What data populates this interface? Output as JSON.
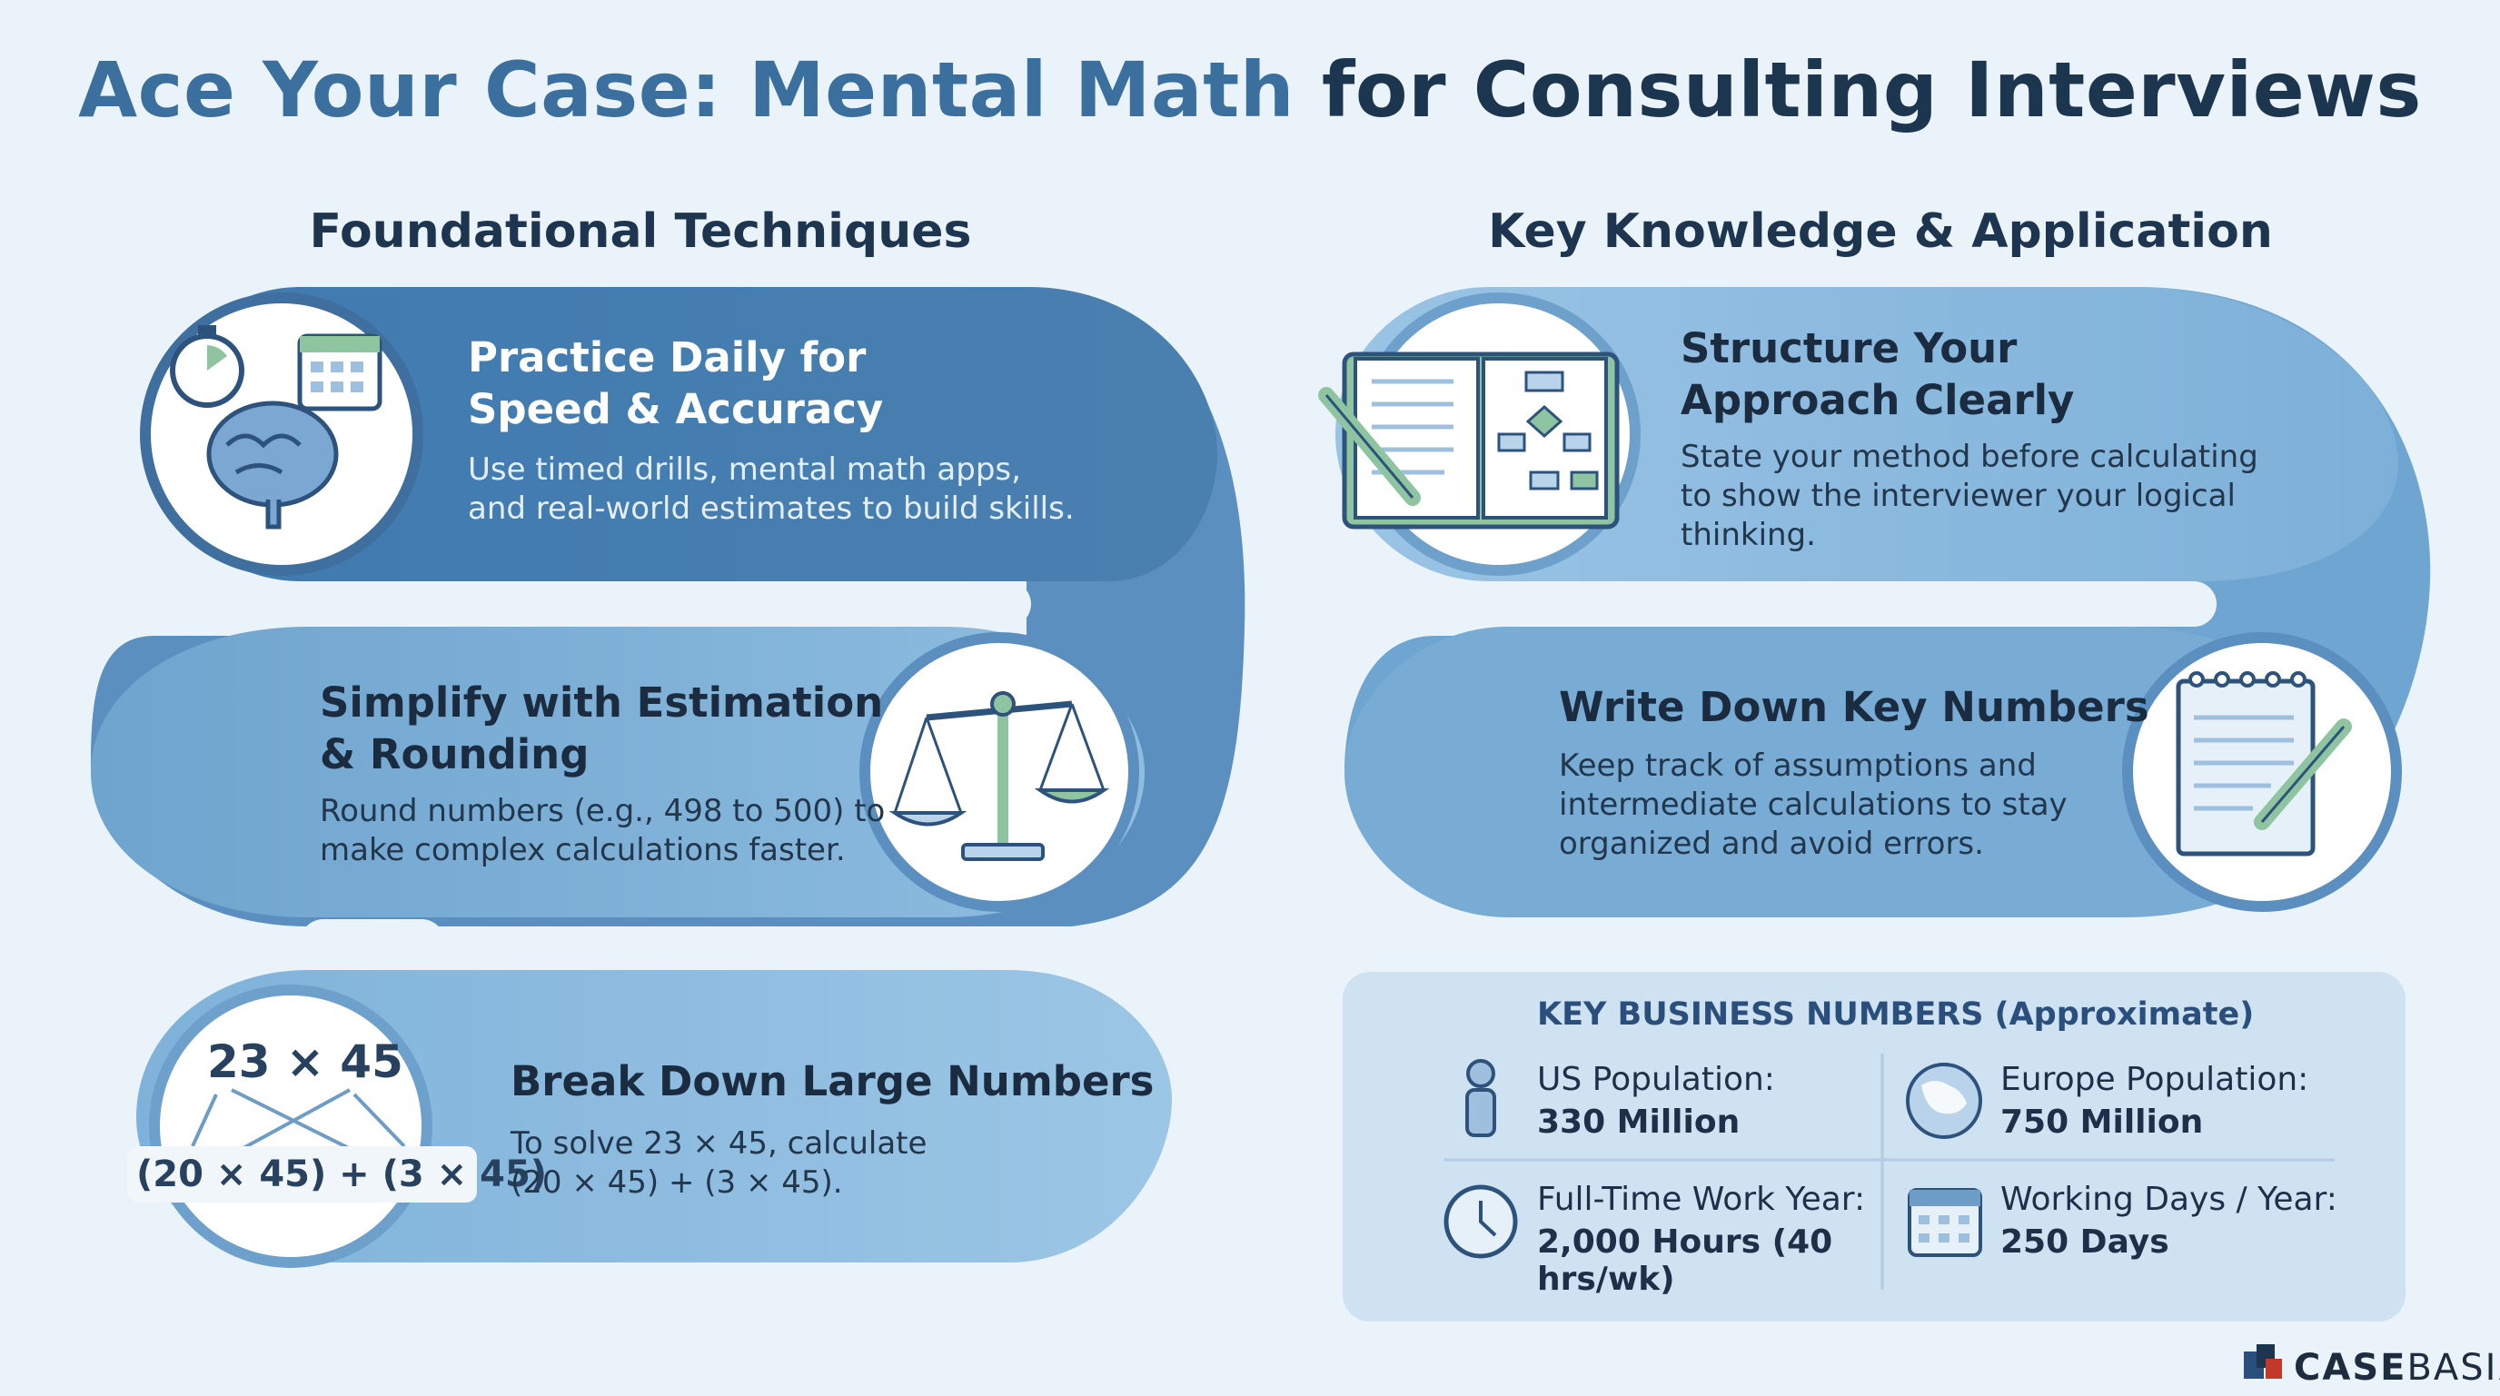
{
  "title": {
    "part1": "Ace Your Case: Mental Math",
    "part2": "for Consulting Interviews"
  },
  "left": {
    "heading": "Foundational Techniques",
    "card1": {
      "title1": "Practice Daily for",
      "title2": "Speed & Accuracy",
      "line1": "Use timed drills, mental math apps,",
      "line2": "and real-world estimates to build skills.",
      "icon": "brain-stopwatch-calendar-icon"
    },
    "card2": {
      "title1": "Simplify with Estimation",
      "title2": "& Rounding",
      "line1": "Round numbers (e.g., 498 to 500) to",
      "line2": "make complex calculations faster.",
      "icon": "balance-scale-icon"
    },
    "card3": {
      "title": "Break Down Large Numbers",
      "line1": "To solve 23 × 45, calculate",
      "line2": "(20 × 45) + (3 × 45).",
      "eq_top": "23 × 45",
      "eq_bottom": "(20 × 45) + (3 × 45)"
    }
  },
  "right": {
    "heading": "Key Knowledge & Application",
    "card1": {
      "title1": "Structure Your",
      "title2": "Approach Clearly",
      "line1": "State your method before calculating",
      "line2": "to show the interviewer your logical",
      "line3": "thinking.",
      "icon": "notebook-flowchart-icon"
    },
    "card2": {
      "title": "Write Down Key Numbers",
      "line1": "Keep track of assumptions and",
      "line2": "intermediate calculations to stay",
      "line3": "organized and avoid errors.",
      "icon": "notepad-pencil-icon"
    },
    "key_numbers": {
      "heading": "KEY BUSINESS NUMBERS (Approximate)",
      "items": [
        {
          "label": "US Population:",
          "value1": "330 Million",
          "value2": "",
          "icon": "person-icon"
        },
        {
          "label": "Europe Population:",
          "value1": "750 Million",
          "value2": "",
          "icon": "globe-europe-icon"
        },
        {
          "label": "Full-Time Work Year:",
          "value1": "2,000 Hours (40",
          "value2": "hrs/wk)",
          "icon": "clock-icon"
        },
        {
          "label": "Working Days / Year:",
          "value1": "250 Days",
          "value2": "",
          "icon": "calendar-icon"
        }
      ]
    }
  },
  "logo": {
    "bold": "CASE",
    "light": "BASIX"
  },
  "colors": {
    "dark_band": "#4a7fae",
    "mid_band": "#6da1cb",
    "light_band": "#8ab9de",
    "panel": "#cfe2f2",
    "icon_green": "#8ec5a0"
  }
}
